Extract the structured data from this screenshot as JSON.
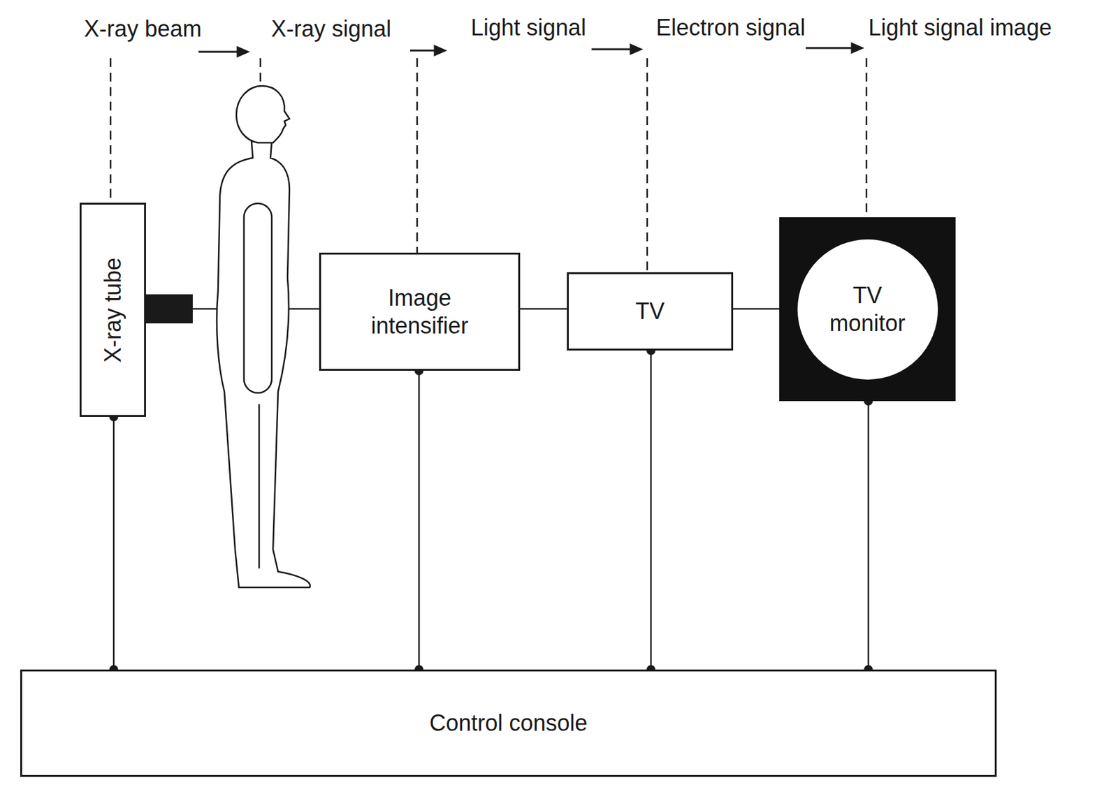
{
  "diagram": {
    "nodes": [
      {
        "text": [
          "X-ray tube"
        ]
      },
      {
        "text": [
          "Image intensifier"
        ]
      },
      {
        "text": [
          "TV"
        ]
      },
      {
        "text": [
          "TV monitor"
        ]
      },
      {
        "text": [
          "Control console"
        ]
      }
    ],
    "edges": [
      {
        "from": 0,
        "to": 1,
        "arrow": "none"
      },
      {
        "from": 1,
        "to": 2,
        "arrow": "none"
      },
      {
        "from": 2,
        "to": 3,
        "arrow": "none"
      },
      {
        "from": 0,
        "to": 4,
        "arrow": "none"
      },
      {
        "from": 1,
        "to": 4,
        "arrow": "none"
      },
      {
        "from": 2,
        "to": 4,
        "arrow": "none"
      },
      {
        "from": 3,
        "to": 4,
        "arrow": "none"
      }
    ],
    "labels": [
      "X-ray beam",
      "X-ray signal",
      "Light signal",
      "Electron signal",
      "Light signal image"
    ]
  }
}
